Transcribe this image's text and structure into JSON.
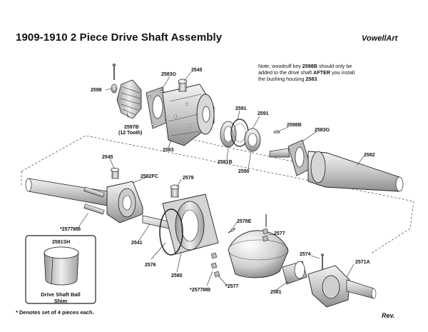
{
  "header": {
    "title": "1909-1910 2 Piece Drive Shaft Assembly",
    "brand": "VowellArt"
  },
  "note": {
    "line1": "Note, woodruff key ",
    "key": "2598B",
    "line2": " should only be added to the drive shaft ",
    "after": "AFTER",
    "line3": " you install the bushing housing ",
    "housing": "2583",
    "line4": "."
  },
  "parts": {
    "p2598": "2598",
    "p2583G_top": "2583G",
    "p2545_top": "2545",
    "p2597B": "2597B",
    "p2597B_sub": "(12 Tooth)",
    "p2583": "2583",
    "p2591_a": "2591",
    "p2591_b": "2591",
    "p2591B": "2591B",
    "p2590": "2590",
    "p2598B": "2598B",
    "p2583G_right": "2583G",
    "p2582": "2582",
    "p2545_mid": "2545",
    "p2582FC": "2582FC",
    "p2579": "2579",
    "p2577MB_left": "*2577MB",
    "p2578E": "2578E",
    "p2577": "2577",
    "p2541": "2541",
    "p2576": "2576",
    "p2580": "2580",
    "p2577MB_bottom": "*2577MB",
    "p2577_star": "*2577",
    "p2581": "2581",
    "p2574": "2574",
    "p2571A": "2571A",
    "p2581SH": "2581SH"
  },
  "inset": {
    "caption_line1": "Drive Shaft Ball",
    "caption_line2": "Shim"
  },
  "footer": {
    "footnote": "* Denotes set of 4 pieces each.",
    "rev": "Rev."
  }
}
